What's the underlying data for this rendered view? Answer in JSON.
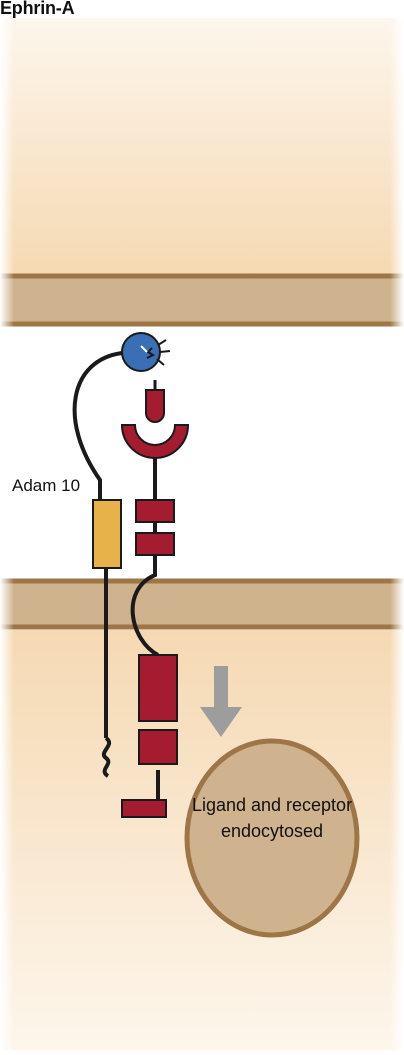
{
  "title": "Ephrin-A",
  "labels": {
    "adam": "Adam 10",
    "vesicle": "Ligand and receptor endocytosed"
  },
  "colors": {
    "membrane_band": "#cfb28e",
    "membrane_line": "#9d7546",
    "cytoplasm_top": "#f6dcb8",
    "receptor": "#a51c30",
    "ligand": "#3a6fb5",
    "adam10": "#e8b24a",
    "arrow": "#9d9d9d",
    "vesicle_fill": "#cfb28e",
    "vesicle_stroke": "#9d7546"
  },
  "icons": {
    "cleavage": "cleavage-spark-icon",
    "direction": "down-arrow-icon"
  }
}
